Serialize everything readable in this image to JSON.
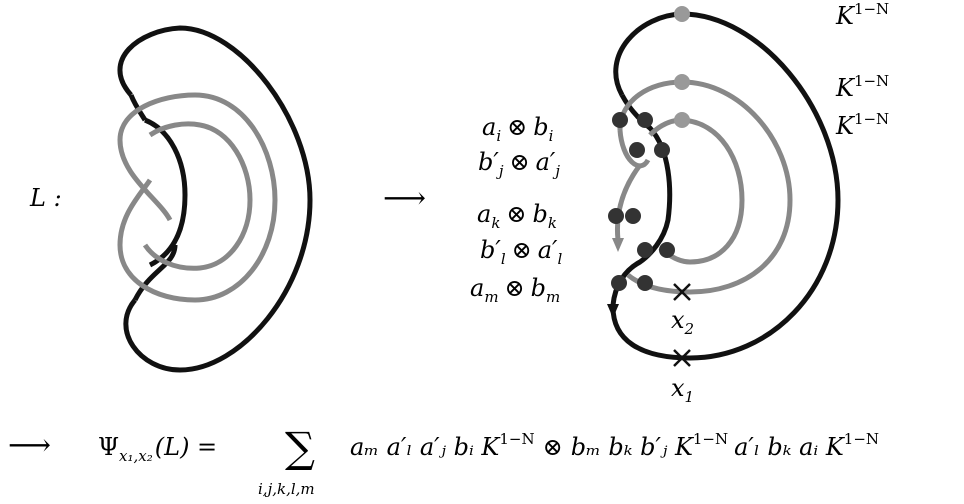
{
  "left_label": {
    "text": "L :"
  },
  "arrow_mid": {
    "text": "⟶"
  },
  "labels_tensor": [
    {
      "a": "a",
      "ai": "i",
      "b": "b",
      "bi": "i",
      "op": "⊗"
    },
    {
      "a": "b′",
      "ai": "j",
      "b": "a′",
      "bi": "j",
      "op": "⊗"
    },
    {
      "a": "a",
      "ai": "k",
      "b": "b",
      "bi": "k",
      "op": "⊗"
    },
    {
      "a": "b′",
      "ai": "l",
      "b": "a′",
      "bi": "l",
      "op": "⊗"
    },
    {
      "a": "a",
      "ai": "m",
      "b": "b",
      "bi": "m",
      "op": "⊗"
    }
  ],
  "k_labels": [
    {
      "base": "K",
      "exp": "1−N"
    },
    {
      "base": "K",
      "exp": "1−N"
    },
    {
      "base": "K",
      "exp": "1−N"
    }
  ],
  "x_labels": [
    {
      "base": "x",
      "sub": "2"
    },
    {
      "base": "x",
      "sub": "1"
    }
  ],
  "formula": {
    "arrow": "⟶",
    "lhs": "Ψ",
    "lhs_sub": "x₁,x₂",
    "lhs_arg": "(L) =",
    "sum": "∑",
    "sum_sub": "i,j,k,l,m",
    "rhs": "aₘ a′ₗ a′ⱼ bᵢ K",
    "rhs_exp1": "1−N",
    "tensor": "⊗",
    "rhs2": "bₘ bₖ b′ⱼ K",
    "rhs_exp2": "1−N",
    "rhs3": "a′ₗ bₖ aᵢ K",
    "rhs_exp3": "1−N"
  },
  "colors": {
    "black_strand": "#111111",
    "gray_strand": "#888888",
    "dot_dark": "#333333",
    "dot_gray": "#999999"
  }
}
